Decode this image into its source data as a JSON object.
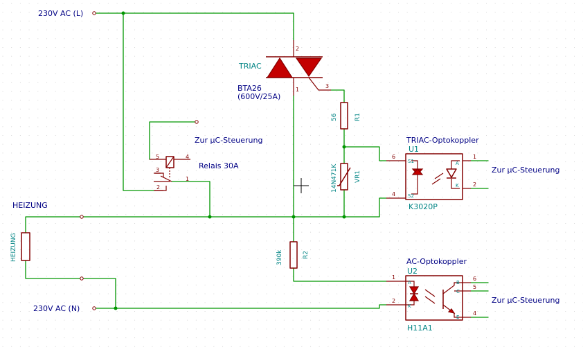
{
  "labels": {
    "l_supply": "230V AC (L)",
    "n_supply": "230V AC (N)",
    "heizung_net": "HEIZUNG",
    "heizung_load": "HEIZUNG",
    "relais_ctrl": "Zur µC-Steuerung",
    "relais": "Relais 30A",
    "triac_opto_ctrl": "Zur µC-Steuerung",
    "ac_opto_ctrl": "Zur µC-Steuerung",
    "triac_opto_title": "TRIAC-Optokoppler",
    "ac_opto_title": "AC-Optokoppler"
  },
  "triac": {
    "name": "TRIAC",
    "part": "BTA26",
    "rating": "(600V/25A)",
    "pins": [
      "2",
      "1",
      "3"
    ]
  },
  "r1": {
    "ref": "R1",
    "value": "56"
  },
  "vr1": {
    "ref": "VR1",
    "value": "14N471K"
  },
  "r2": {
    "ref": "R2",
    "value": "390k"
  },
  "u1": {
    "ref": "U1",
    "part": "K3020P",
    "pins_left": [
      "6",
      "4"
    ],
    "pins_right": [
      "1",
      "2"
    ],
    "pin_labels": [
      "S1",
      "S2",
      "A",
      "K"
    ]
  },
  "u2": {
    "ref": "U2",
    "part": "H11A1",
    "pins_left": [
      "1",
      "2"
    ],
    "pins_right": [
      "6",
      "5",
      "4"
    ],
    "pin_labels": [
      "A",
      "K",
      "B",
      "C",
      "E"
    ]
  },
  "relay_pins": [
    "5",
    "4",
    "3",
    "1",
    "2"
  ],
  "colors": {
    "wire": "#009600",
    "component": "#840000",
    "net_label": "#000084",
    "reference": "#008484",
    "grid": "#cfcfcf"
  }
}
